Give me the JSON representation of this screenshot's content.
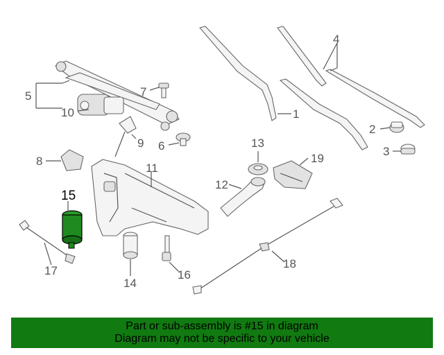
{
  "callouts": {
    "c1": "1",
    "c2": "2",
    "c3": "3",
    "c4": "4",
    "c5": "5",
    "c6": "6",
    "c7": "7",
    "c8": "8",
    "c9": "9",
    "c10": "10",
    "c11": "11",
    "c12": "12",
    "c13": "13",
    "c14": "14",
    "c15": "15",
    "c16": "16",
    "c17": "17",
    "c18": "18",
    "c19": "19"
  },
  "highlighted_part": "15",
  "banner": {
    "line1": "Part or sub-assembly is #15 in diagram",
    "line2": "Diagram may not be specific to your vehicle"
  },
  "colors": {
    "banner_bg": "#117a11",
    "highlight_part": "#1f8a1f"
  }
}
